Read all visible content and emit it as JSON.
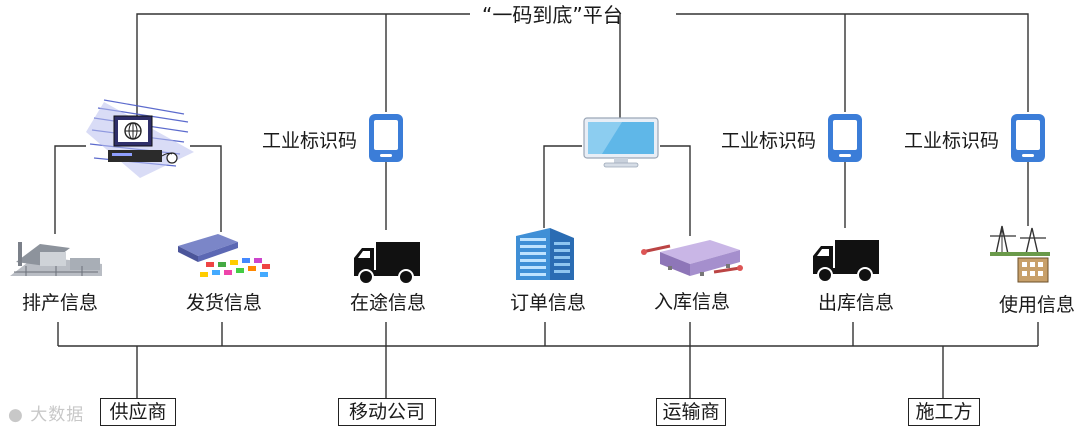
{
  "platform": {
    "title": "“一码到底”平台"
  },
  "id_code_label": "工业标识码",
  "info_nodes": {
    "production_schedule": "排产信息",
    "shipping": "发货信息",
    "in_transit": "在途信息",
    "order": "订单信息",
    "warehouse_in": "入库信息",
    "warehouse_out": "出库信息",
    "usage": "使用信息"
  },
  "parties": {
    "supplier": "供应商",
    "mobile_company": "移动公司",
    "carrier": "运输商",
    "constructor": "施工方"
  },
  "watermark": "大数据"
}
